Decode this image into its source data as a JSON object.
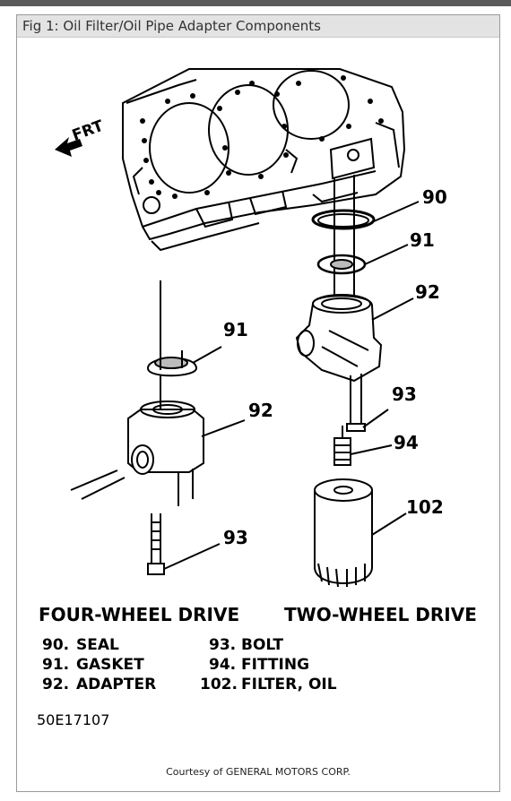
{
  "caption": "Fig 1: Oil Filter/Oil Pipe Adapter Components",
  "front_label": "FRT",
  "callouts": {
    "seal_r": "90",
    "gasket_r": "91",
    "adapter_r": "92",
    "bolt_r": "93",
    "fitting_r": "94",
    "filter_r": "102",
    "gasket_l": "91",
    "adapter_l": "92",
    "bolt_l": "93"
  },
  "drive_labels": {
    "four_wheel": "FOUR-WHEEL DRIVE",
    "two_wheel": "TWO-WHEEL DRIVE"
  },
  "legend": {
    "col1": [
      {
        "num": "90.",
        "name": "SEAL"
      },
      {
        "num": "91.",
        "name": "GASKET"
      },
      {
        "num": "92.",
        "name": "ADAPTER"
      }
    ],
    "col2": [
      {
        "num": "93.",
        "name": "BOLT"
      },
      {
        "num": "94.",
        "name": "FITTING"
      },
      {
        "num": "102.",
        "name": "FILTER, OIL"
      }
    ]
  },
  "figure_id": "50E17107",
  "credit": "Courtesy of GENERAL MOTORS CORP."
}
